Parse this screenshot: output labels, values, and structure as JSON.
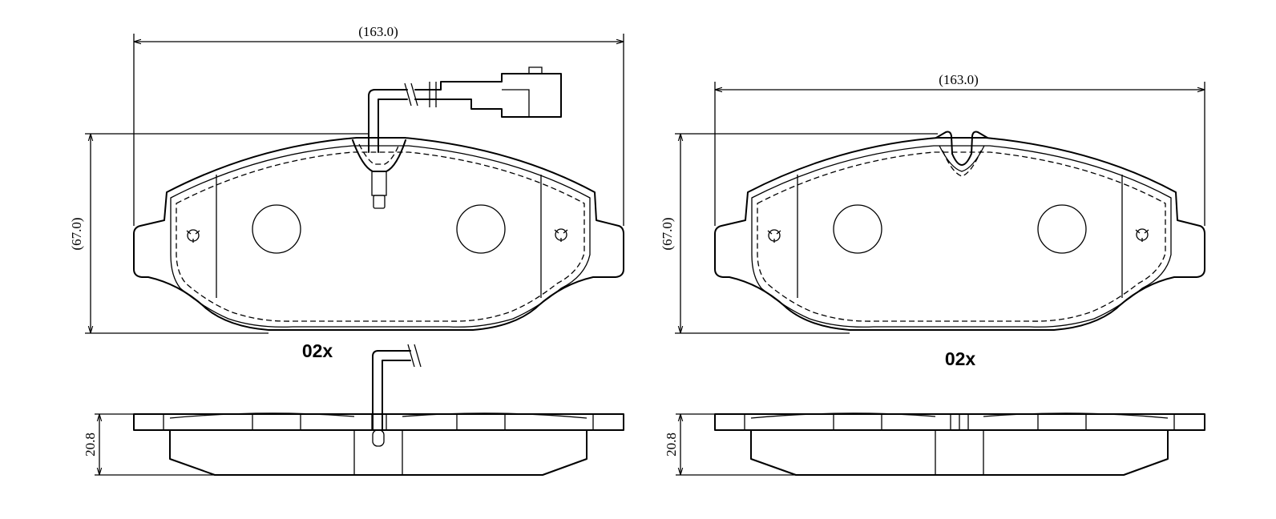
{
  "left_pad": {
    "width_dim": "(163.0)",
    "height_dim": "(67.0)",
    "thickness_dim": "20.8",
    "quantity": "02x",
    "has_wear_sensor": true
  },
  "right_pad": {
    "width_dim": "(163.0)",
    "height_dim": "(67.0)",
    "thickness_dim": "20.8",
    "quantity": "02x",
    "has_wear_sensor": false
  }
}
